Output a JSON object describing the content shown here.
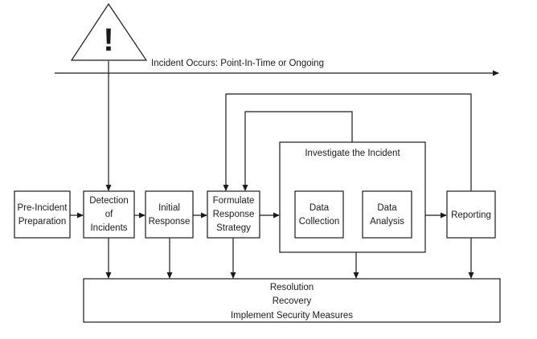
{
  "incident": {
    "warning_symbol": "!",
    "timeline_label": "Incident Occurs: Point-In-Time or Ongoing"
  },
  "steps": {
    "pre_incident": [
      "Pre-Incident",
      "Preparation"
    ],
    "detection": [
      "Detection",
      "of",
      "Incidents"
    ],
    "initial_response": [
      "Initial",
      "Response"
    ],
    "formulate": [
      "Formulate",
      "Response",
      "Strategy"
    ],
    "investigate_title": "Investigate the Incident",
    "data_collection": [
      "Data",
      "Collection"
    ],
    "data_analysis": [
      "Data",
      "Analysis"
    ],
    "reporting": [
      "Reporting"
    ]
  },
  "resolution": [
    "Resolution",
    "Recovery",
    "Implement Security Measures"
  ],
  "icons": {
    "warning": "warning-triangle-icon",
    "arrowhead": "arrowhead-icon"
  }
}
